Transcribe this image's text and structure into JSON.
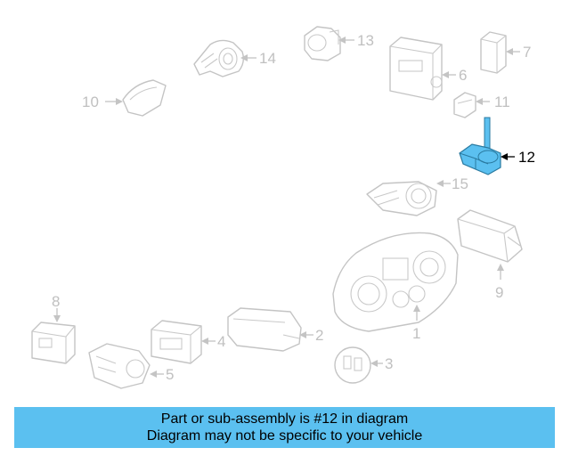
{
  "diagram": {
    "highlight_color": "#5bc0f0",
    "callouts": [
      "1",
      "2",
      "3",
      "4",
      "5",
      "6",
      "7",
      "8",
      "9",
      "10",
      "11",
      "12",
      "13",
      "14",
      "15"
    ],
    "highlighted_callout": "12"
  },
  "banner": {
    "line1": "Part or sub-assembly is #12 in diagram",
    "line2": "Diagram may not be specific to your vehicle",
    "background": "#5bc0f0"
  }
}
